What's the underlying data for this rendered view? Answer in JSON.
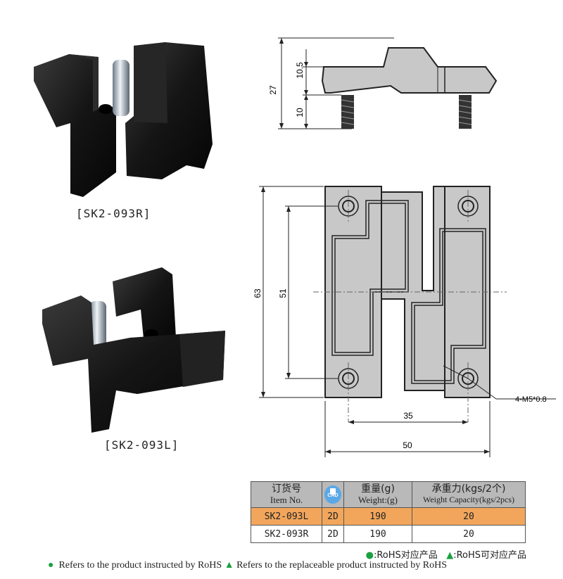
{
  "products": {
    "top_caption": "[SK2-093R]",
    "bottom_caption": "[SK2-093L]"
  },
  "dimensions": {
    "side_total": "27",
    "side_body": "10.5",
    "side_screw": "10",
    "front_height": "63",
    "front_hole_pitch_v": "51",
    "front_hole_pitch_h": "35",
    "front_width": "50",
    "thread_callout": "4-M5*0.8"
  },
  "table": {
    "headers": {
      "item_zh": "订货号",
      "item_en": "Item No.",
      "cad_label": "CAD",
      "weight_zh": "重量(g)",
      "weight_en": "Weight:(g)",
      "capacity_zh": "承重力(kgs/2个)",
      "capacity_en": "Weight Capacity(kgs/2pcs)"
    },
    "rows": [
      {
        "item": "SK2-093L",
        "cad": "2D",
        "weight": "190",
        "capacity": "20"
      },
      {
        "item": "SK2-093R",
        "cad": "2D",
        "weight": "190",
        "capacity": "20"
      }
    ]
  },
  "legend": {
    "rohs_zh": ":RoHS对应产品",
    "replace_zh": ":RoHS可对应产品",
    "rohs_en": "Refers to the product instructed by RoHS",
    "replace_en": "Refers to the replaceable product instructed by RoHS",
    "dot_symbol": "●",
    "tri_symbol": "▲",
    "accent_green": "#1aa040",
    "highlight_orange": "#f2a65c"
  }
}
